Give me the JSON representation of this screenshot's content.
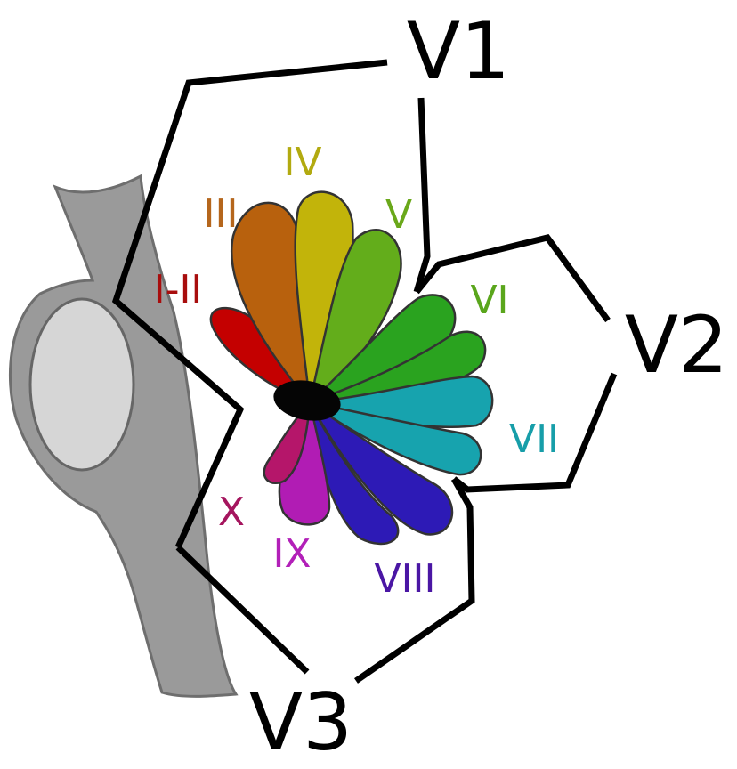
{
  "regions": [
    {
      "id": "v1",
      "label": "V1"
    },
    {
      "id": "v2",
      "label": "V2"
    },
    {
      "id": "v3",
      "label": "V3"
    }
  ],
  "lobules": [
    {
      "id": "i-ii",
      "label": "I-II",
      "fill": "#c40000",
      "text_color": "#a80d0d"
    },
    {
      "id": "iii",
      "label": "III",
      "fill": "#b8610d",
      "text_color": "#b5661c"
    },
    {
      "id": "iv",
      "label": "IV",
      "fill": "#c2b40a",
      "text_color": "#b2aa10"
    },
    {
      "id": "v",
      "label": "V",
      "fill": "#63ad1b",
      "text_color": "#6aa81a"
    },
    {
      "id": "vi",
      "label": "VI",
      "fill": "#2aa31f",
      "text_color": "#5aa61c"
    },
    {
      "id": "vii",
      "label": "VII",
      "fill": "#17a3ae",
      "text_color": "#179ea9"
    },
    {
      "id": "viii",
      "label": "VIII",
      "fill": "#2d1ab6",
      "text_color": "#4a16a4"
    },
    {
      "id": "ix",
      "label": "IX",
      "fill": "#b11cb4",
      "text_color": "#b220b8"
    },
    {
      "id": "x",
      "label": "X",
      "fill": "#b5166a",
      "text_color": "#a5155e"
    }
  ]
}
